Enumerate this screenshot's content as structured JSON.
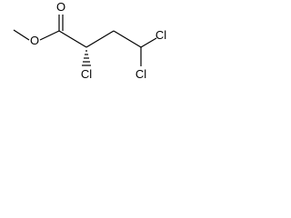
{
  "structure": {
    "atoms": {
      "carbonyl_oxygen": "O",
      "ester_oxygen": "O",
      "alpha_chlorine": "Cl",
      "terminal_chlorine_upper": "Cl",
      "terminal_chlorine_lower": "Cl"
    },
    "colors": {
      "ink": "#000000",
      "background": "#ffffff"
    }
  }
}
